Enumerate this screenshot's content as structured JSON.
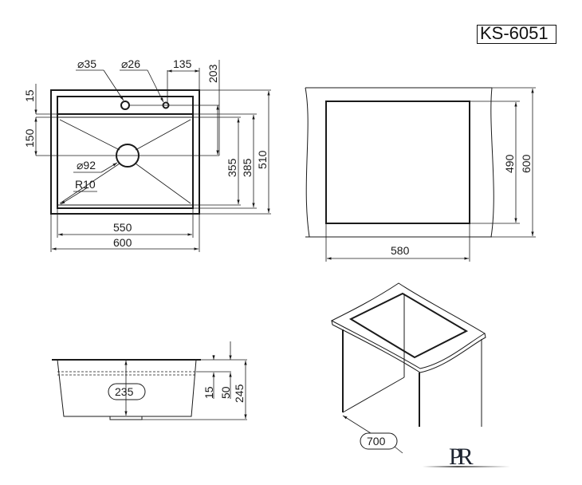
{
  "title": {
    "model": "KS-6051"
  },
  "top_view": {
    "hole1_label": "⌀35",
    "hole2_label": "⌀26",
    "drain_label": "⌀92",
    "radius_label": "R10",
    "dim_135": "135",
    "dim_203": "203",
    "dim_15": "15",
    "dim_150": "150",
    "dim_355": "355",
    "dim_385": "385",
    "dim_510": "510",
    "dim_550": "550",
    "dim_600": "600"
  },
  "cutout_view": {
    "dim_490": "490",
    "dim_600": "600",
    "dim_580": "580"
  },
  "side_view": {
    "depth_label": "235",
    "dim_15": "15",
    "dim_50": "50",
    "dim_245": "245"
  },
  "iso_view": {
    "cabinet_label": "700"
  },
  "brand": {
    "logo_text": "PR"
  },
  "colors": {
    "line": "#1a1a1a",
    "background": "#ffffff"
  }
}
